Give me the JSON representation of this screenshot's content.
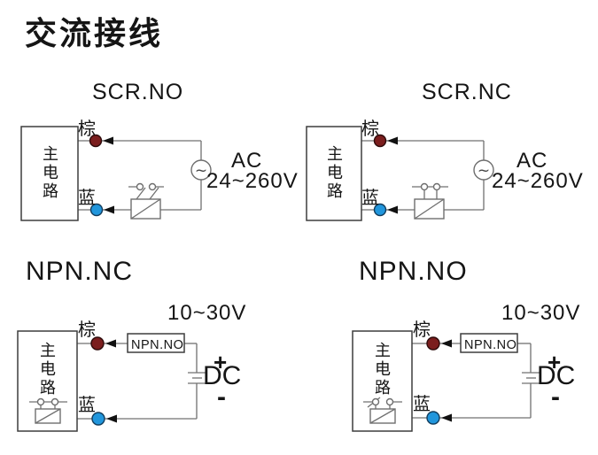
{
  "page": {
    "title": "交流接线"
  },
  "labels": {
    "main_circuit": "主电路",
    "brown_wire": "棕",
    "blue_wire": "蓝"
  },
  "icons": {
    "ac_source": "~"
  },
  "colors": {
    "brown_dot": "#7b1e1e",
    "blue_dot": "#2196dc"
  },
  "diagrams": {
    "scr_no": {
      "title": "SCR.NO",
      "supply_type": "AC",
      "supply_range": "24~260V"
    },
    "scr_nc": {
      "title": "SCR.NC",
      "supply_type": "AC",
      "supply_range": "24~260V"
    },
    "npn_nc": {
      "title": "NPN.NC",
      "supply_range": "10~30V",
      "output_label": "NPN.NO",
      "dc_plus": "+",
      "dc_label": "DC",
      "dc_minus": "-"
    },
    "npn_no": {
      "title": "NPN.NO",
      "supply_range": "10~30V",
      "output_label": "NPN.NO",
      "dc_plus": "+",
      "dc_label": "DC",
      "dc_minus": "-"
    }
  }
}
